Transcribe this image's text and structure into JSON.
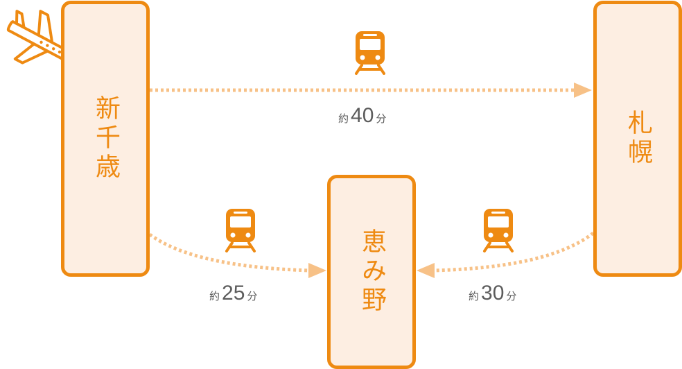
{
  "stations": {
    "shinchitose": "新千歳",
    "sapporo": "札幌",
    "eniwa": "恵み野"
  },
  "routes": [
    {
      "from": "新千歳",
      "to": "札幌",
      "approx": "約",
      "time": "40",
      "unit": "分",
      "icon": "train-icon"
    },
    {
      "from": "新千歳",
      "to": "恵み野",
      "approx": "約",
      "time": "25",
      "unit": "分",
      "icon": "train-icon"
    },
    {
      "from": "札幌",
      "to": "恵み野",
      "approx": "約",
      "time": "30",
      "unit": "分",
      "icon": "train-icon"
    }
  ],
  "icons": {
    "airport": "airplane-icon",
    "train": "train-icon"
  },
  "colors": {
    "accent": "#ee8a12",
    "box_fill": "#fdeee2",
    "route_line": "#f7c187",
    "text": "#5c5c5c"
  }
}
